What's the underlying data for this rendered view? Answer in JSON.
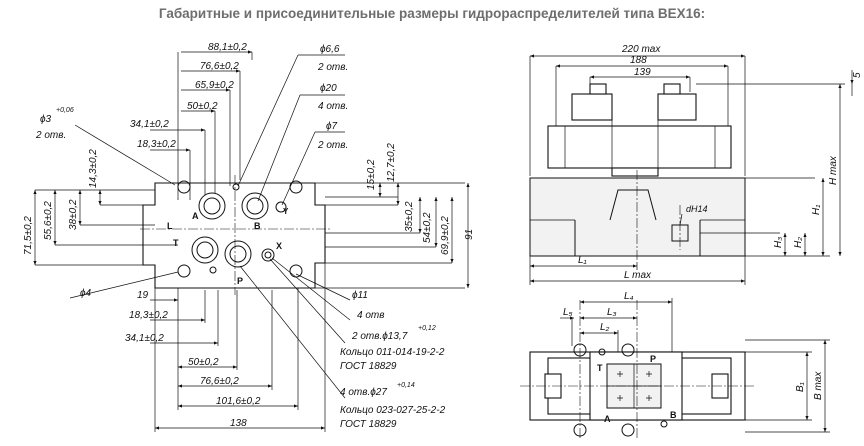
{
  "title": "Габаритные и присоединительные размеры гидрораспределителей типа ВЕХ16:",
  "left_view": {
    "top_dims": [
      "88,1±0,2",
      "76,6±0,2",
      "65,9±0,2",
      "50±0,2",
      "34,1±0,2",
      "18,3±0,2"
    ],
    "bottom_dims": [
      "19",
      "18,3±0,2",
      "34,1±0,2",
      "50±0,2",
      "76,6±0,2",
      "101,6±0,2",
      "138"
    ],
    "left_dims": [
      "71,5±0,2",
      "55,6±0,2",
      "38±0,2",
      "14,3±0,2"
    ],
    "right_dims": [
      "15±0,2",
      "12,7±0,2",
      "35±0,2",
      "54±0,2",
      "69,9±0,2",
      "91"
    ],
    "callouts": {
      "d3": "ϕ3",
      "d3_tol": "+0,06",
      "d3_qty": "2 отв.",
      "d66": "ϕ6,6",
      "d66_qty": "2 отв.",
      "d20": "ϕ20",
      "d20_qty": "4 отв.",
      "d7": "ϕ7",
      "d7_qty": "2 отв.",
      "d4": "ϕ4",
      "d11": "ϕ11",
      "d11_qty": "4 отв",
      "d137": "2 отв.ϕ13,7",
      "d137_tol": "+0,12",
      "ring1_a": "Кольцо 011-014-19-2-2",
      "ring1_b": "ГОСТ 18829",
      "d27": "4 отв.ϕ27",
      "d27_tol": "+0,14",
      "ring2_a": "Кольцо 023-027-25-2-2",
      "ring2_b": "ГОСТ 18829"
    },
    "port_letters": [
      "A",
      "B",
      "T",
      "P",
      "X",
      "L",
      "Y"
    ]
  },
  "right_view": {
    "dims": {
      "d220": "220 max",
      "d188": "188",
      "d139": "139",
      "five": "5",
      "H": "H max",
      "H1": "H₁",
      "H2": "H₂",
      "H3": "H₃",
      "dH14": "dH14",
      "L1": "L₁",
      "L": "L max",
      "L4": "L₄",
      "L3": "L₃",
      "L2": "L₂",
      "L5": "L₅",
      "B": "B max",
      "B1": "B₁"
    },
    "port_letters": [
      "P",
      "T",
      "A",
      "B"
    ]
  }
}
